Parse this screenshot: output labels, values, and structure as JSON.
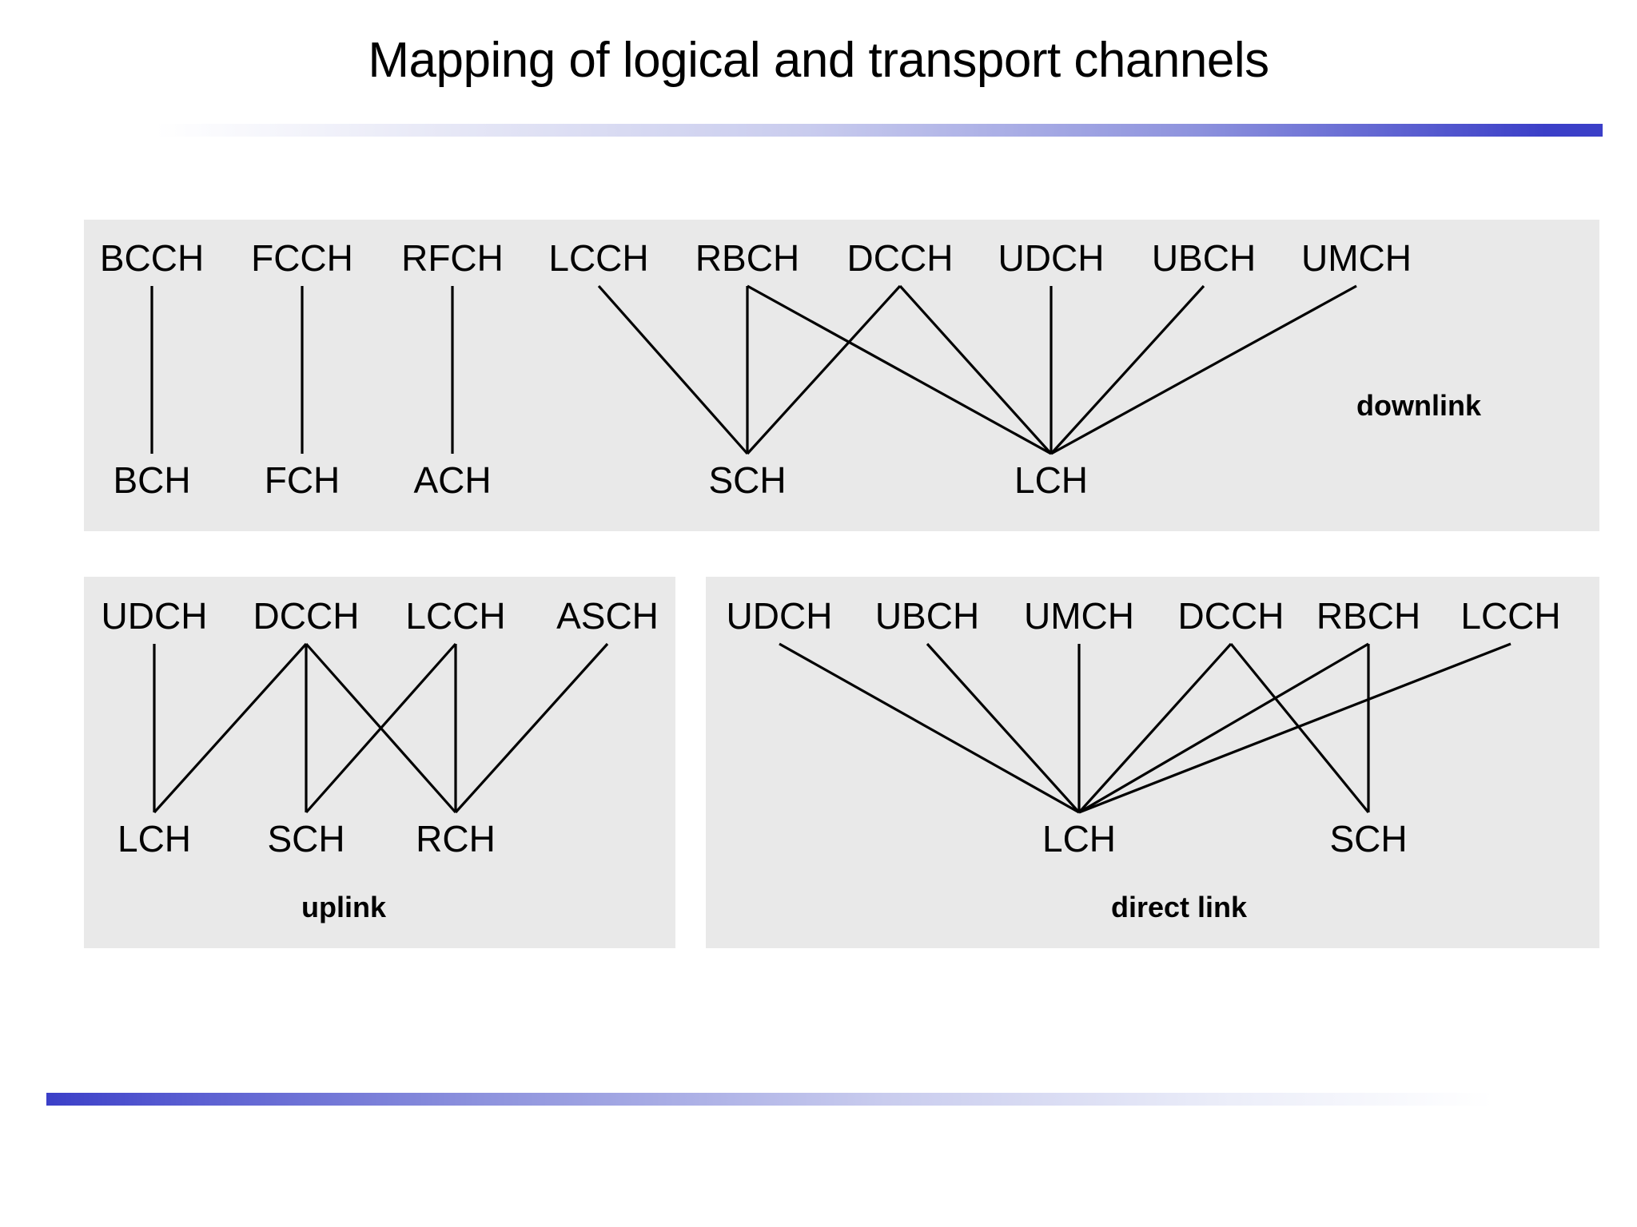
{
  "title": "Mapping of logical and transport channels",
  "colors": {
    "panel_background": "#e9e9e9",
    "page_background": "#ffffff",
    "line": "#000000",
    "rule_accent": "#3b3fc8",
    "text": "#000000"
  },
  "panels": {
    "downlink": {
      "caption": "downlink",
      "logical_channels": [
        "BCCH",
        "FCCH",
        "RFCH",
        "LCCH",
        "RBCH",
        "DCCH",
        "UDCH",
        "UBCH",
        "UMCH"
      ],
      "transport_channels": [
        "BCH",
        "FCH",
        "ACH",
        "SCH",
        "LCH"
      ],
      "mappings": [
        {
          "from": "BCCH",
          "to": "BCH"
        },
        {
          "from": "FCCH",
          "to": "FCH"
        },
        {
          "from": "RFCH",
          "to": "ACH"
        },
        {
          "from": "LCCH",
          "to": "SCH"
        },
        {
          "from": "RBCH",
          "to": "SCH"
        },
        {
          "from": "RBCH",
          "to": "LCH"
        },
        {
          "from": "DCCH",
          "to": "SCH"
        },
        {
          "from": "DCCH",
          "to": "LCH"
        },
        {
          "from": "UDCH",
          "to": "LCH"
        },
        {
          "from": "UBCH",
          "to": "LCH"
        },
        {
          "from": "UMCH",
          "to": "LCH"
        }
      ]
    },
    "uplink": {
      "caption": "uplink",
      "logical_channels": [
        "UDCH",
        "DCCH",
        "LCCH",
        "ASCH"
      ],
      "transport_channels": [
        "LCH",
        "SCH",
        "RCH"
      ],
      "mappings": [
        {
          "from": "UDCH",
          "to": "LCH"
        },
        {
          "from": "DCCH",
          "to": "LCH"
        },
        {
          "from": "DCCH",
          "to": "SCH"
        },
        {
          "from": "DCCH",
          "to": "RCH"
        },
        {
          "from": "LCCH",
          "to": "SCH"
        },
        {
          "from": "LCCH",
          "to": "RCH"
        },
        {
          "from": "ASCH",
          "to": "RCH"
        }
      ]
    },
    "direct": {
      "caption": "direct link",
      "logical_channels": [
        "UDCH",
        "UBCH",
        "UMCH",
        "DCCH",
        "RBCH",
        "LCCH"
      ],
      "transport_channels": [
        "LCH",
        "SCH"
      ],
      "mappings": [
        {
          "from": "UDCH",
          "to": "LCH"
        },
        {
          "from": "UBCH",
          "to": "LCH"
        },
        {
          "from": "UMCH",
          "to": "LCH"
        },
        {
          "from": "DCCH",
          "to": "LCH"
        },
        {
          "from": "DCCH",
          "to": "SCH"
        },
        {
          "from": "RBCH",
          "to": "LCH"
        },
        {
          "from": "RBCH",
          "to": "SCH"
        },
        {
          "from": "LCCH",
          "to": "LCH"
        }
      ]
    }
  }
}
